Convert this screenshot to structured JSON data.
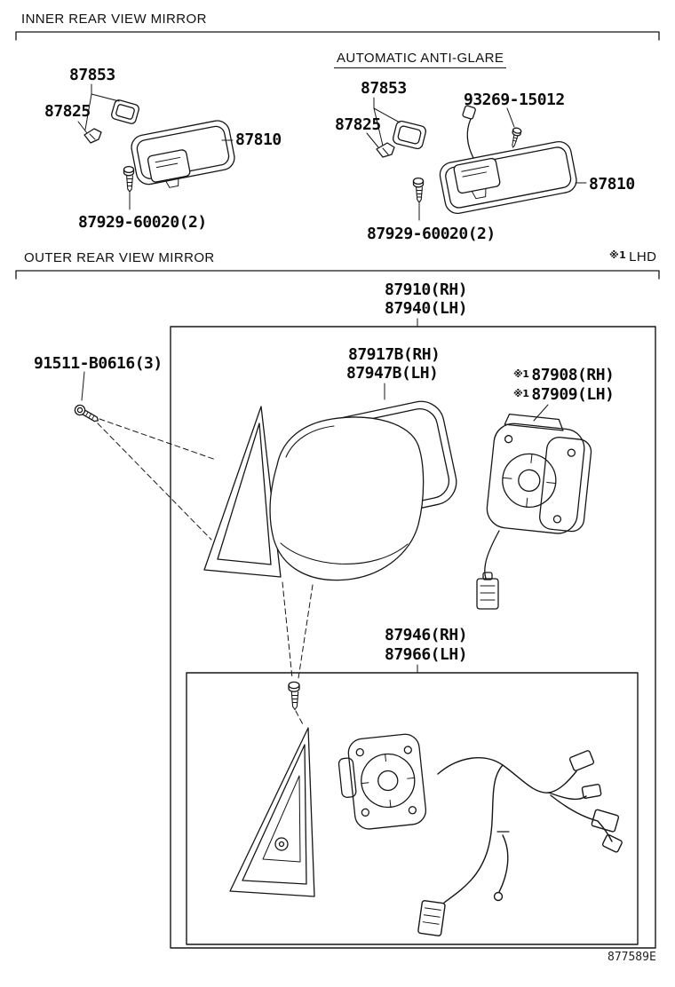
{
  "inner_section": {
    "title": "INNER REAR VIEW MIRROR",
    "standard": {
      "cover": "87853",
      "clip": "87825",
      "mirror": "87810",
      "screws": "87929-60020(2)"
    },
    "anti_glare": {
      "heading": "AUTOMATIC ANTI-GLARE",
      "cover": "87853",
      "clip": "87825",
      "screw_pin": "93269-15012",
      "mirror": "87810",
      "screws": "87929-60020(2)"
    }
  },
  "outer_section": {
    "title": "OUTER REAR VIEW MIRROR",
    "lhd_symbol": "※1",
    "lhd_text": "LHD",
    "assembly": {
      "rh": "87910(RH)",
      "lh": "87940(LH)"
    },
    "bolt": "91511-B0616(3)",
    "glass": {
      "rh": "87917B(RH)",
      "lh": "87947B(LH)"
    },
    "actuator": {
      "symbol": "※1",
      "rh": "87908(RH)",
      "lh": "87909(LH)"
    },
    "kit": {
      "rh": "87946(RH)",
      "lh": "87966(LH)"
    }
  },
  "footer": {
    "code": "877589E"
  }
}
